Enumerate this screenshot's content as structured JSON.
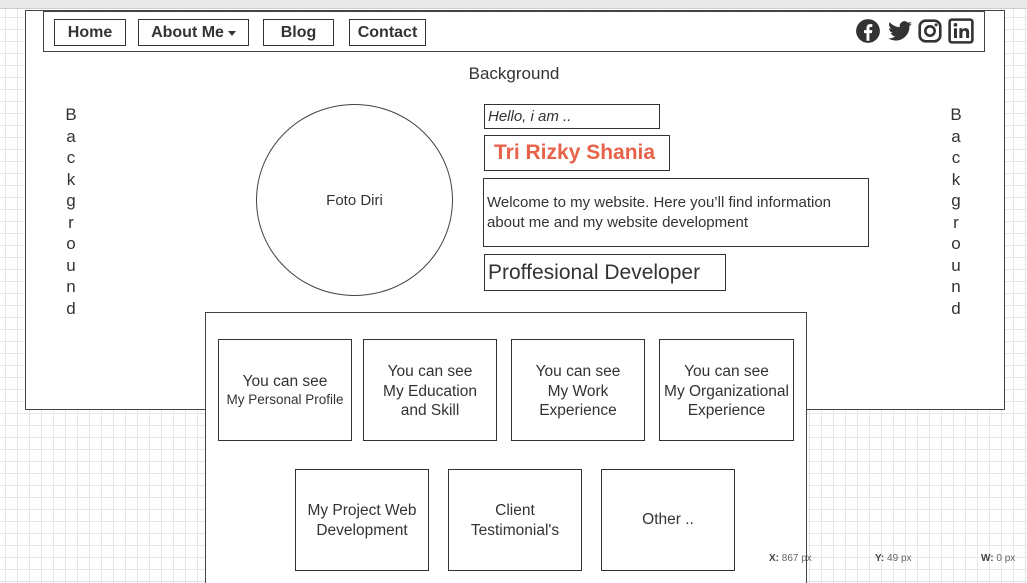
{
  "nav": {
    "home": "Home",
    "about": "About Me",
    "blog": "Blog",
    "contact": "Contact"
  },
  "social_icons": [
    "facebook-icon",
    "twitter-icon",
    "instagram-icon",
    "linkedin-icon"
  ],
  "background_label": "Background",
  "background_vertical": "B\na\nc\nk\ng\nr\no\nu\nn\nd",
  "hero": {
    "photo_label": "Foto Diri",
    "greeting": "Hello, i am ..",
    "name": "Tri Rizky Shania",
    "welcome": "Welcome to my website. Here you’ll find information about me and my website development",
    "role": "Proffesional Developer"
  },
  "cards": {
    "profile": {
      "line1": "You can see",
      "line2": "My Personal Profile"
    },
    "education": {
      "line1": "You can see",
      "line2": "My Education",
      "line3": "and Skill"
    },
    "work": {
      "line1": "You can see",
      "line2": "My Work",
      "line3": "Experience"
    },
    "organization": {
      "line1": "You can see",
      "line2": "My Organizational",
      "line3": "Experience"
    },
    "project": {
      "line1": "My Project Web",
      "line2": "Development"
    },
    "testimonial": {
      "line1": "Client",
      "line2": "Testimonial's"
    },
    "other": {
      "line1": "Other .."
    }
  },
  "status_bar": {
    "x_label": "X:",
    "x_value": "867 px",
    "y_label": "Y:",
    "y_value": "49 px",
    "w_label": "W:",
    "w_value": "0 px"
  },
  "colors": {
    "name_accent": "#e8624a",
    "stroke": "#333333",
    "grid": "#e6e6e6"
  }
}
